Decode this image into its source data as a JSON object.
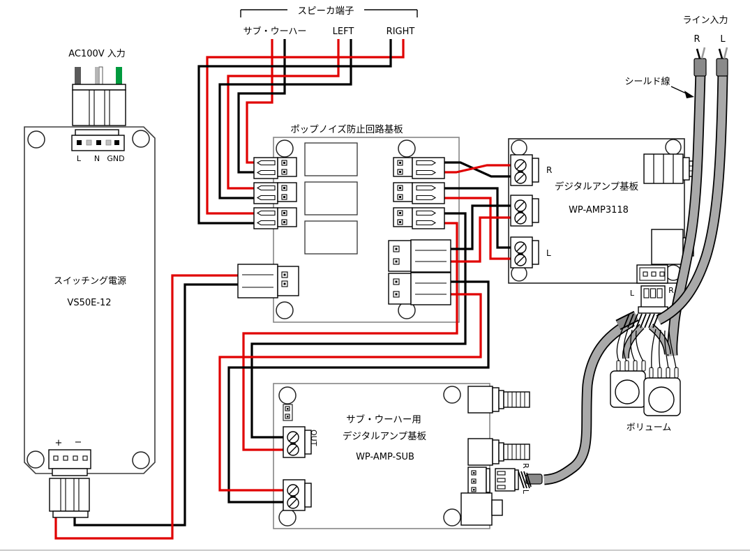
{
  "colors": {
    "wire_red": "#e00000",
    "wire_black": "#000000",
    "cable_gray": "#a9a9a9",
    "cable_sleeve": "#8a8a8a",
    "wire_green": "#009a3e",
    "wire_dgray": "#5a5a5a",
    "wire_lgray": "#b5b5b5"
  },
  "header": {
    "speaker_title": "スピーカ端子",
    "sub": "サブ・ウーハー",
    "left": "LEFT",
    "right": "RIGHT",
    "ac": "AC100V 入力",
    "line_title": "ライン入力",
    "line_r": "R",
    "line_l": "L",
    "shield": "シールド線"
  },
  "psu": {
    "name": "スイッチング電源",
    "model": "VS50E-12",
    "pin_l": "L",
    "pin_n": "N",
    "pin_gnd": "GND",
    "plus": "+",
    "minus": "−"
  },
  "pop": {
    "title": "ポップノイズ防止回路基板"
  },
  "amp": {
    "title": "デジタルアンプ基板",
    "model": "WP-AMP3118",
    "term_r": "R",
    "term_l": "L",
    "hdr_l": "L",
    "hdr_r": "R"
  },
  "sub": {
    "line1": "サブ・ウーハー用",
    "line2": "デジタルアンプ基板",
    "model": "WP-AMP-SUB",
    "out": "OUT",
    "plug_r": "R",
    "plug_l": "L"
  },
  "volume": {
    "label": "ボリューム"
  }
}
